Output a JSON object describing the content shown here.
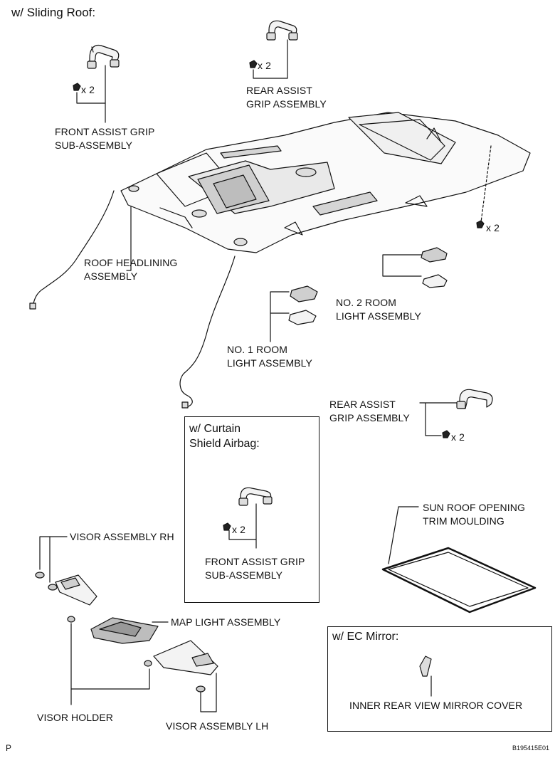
{
  "header": {
    "title": "w/ Sliding Roof:"
  },
  "labels": {
    "front_grip_1": "FRONT ASSIST GRIP\nSUB-ASSEMBLY",
    "front_grip_1_qty": "x 2",
    "rear_grip_top": "REAR ASSIST\nGRIP ASSEMBLY",
    "rear_grip_top_qty": "x 2",
    "roof_headlining": "ROOF HEADLINING\nASSEMBLY",
    "clip_qty": "x 2",
    "no2_room_light": "NO. 2 ROOM\nLIGHT ASSEMBLY",
    "no1_room_light": "NO. 1 ROOM\nLIGHT ASSEMBLY",
    "rear_grip_mid": "REAR ASSIST\nGRIP ASSEMBLY",
    "rear_grip_mid_qty": "x 2",
    "sun_roof": "SUN ROOF OPENING\nTRIM MOULDING",
    "visor_rh": "VISOR ASSEMBLY RH",
    "map_light": "MAP LIGHT ASSEMBLY",
    "visor_holder": "VISOR HOLDER",
    "visor_lh": "VISOR ASSEMBLY LH"
  },
  "curtain_box": {
    "title": "w/ Curtain\nShield Airbag:",
    "label": "FRONT ASSIST GRIP\nSUB-ASSEMBLY",
    "qty": "x 2"
  },
  "ec_box": {
    "title": "w/ EC Mirror:",
    "label": "INNER REAR VIEW MIRROR COVER"
  },
  "footer": {
    "left": "P",
    "right": "B195415E01"
  }
}
